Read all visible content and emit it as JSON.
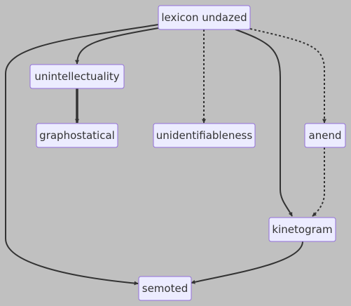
{
  "style": {
    "background": "#c0c0c0",
    "node_fill": "#ececff",
    "node_stroke": "#9370db",
    "edge_color": "#333333",
    "label_color": "#333333"
  },
  "nodes": {
    "lexicon": "lexicon undazed",
    "unintellectuality": "unintellectuality",
    "graphostatical": "graphostatical",
    "unidentifiableness": "unidentifiableness",
    "anend": "anend",
    "kinetogram": "kinetogram",
    "semoted": "semoted"
  },
  "edges": [
    {
      "from": "lexicon undazed",
      "to": "unintellectuality",
      "style": "solid"
    },
    {
      "from": "lexicon undazed",
      "to": "unidentifiableness",
      "style": "dotted"
    },
    {
      "from": "lexicon undazed",
      "to": "anend",
      "style": "dotted"
    },
    {
      "from": "lexicon undazed",
      "to": "kinetogram",
      "style": "solid"
    },
    {
      "from": "lexicon undazed",
      "to": "semoted",
      "style": "solid"
    },
    {
      "from": "unintellectuality",
      "to": "graphostatical",
      "style": "thick"
    },
    {
      "from": "anend",
      "to": "kinetogram",
      "style": "dotted"
    },
    {
      "from": "kinetogram",
      "to": "semoted",
      "style": "solid"
    }
  ]
}
